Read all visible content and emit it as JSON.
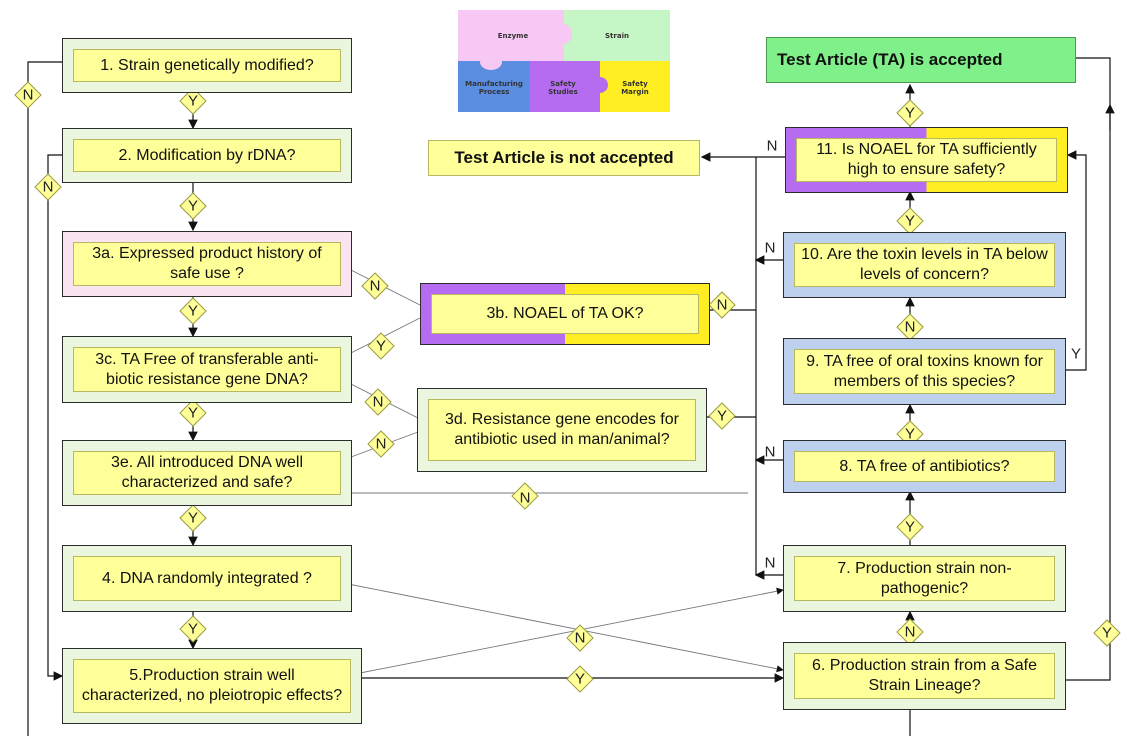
{
  "puzzle": {
    "enzyme": "Enzyme",
    "strain": "Strain",
    "manufacturing": "Manufacturing Process",
    "safety_studies": "Safety Studies",
    "safety_margin": "Safety Margin",
    "colors": {
      "enzyme": "#f7c8f3",
      "strain": "#c6f5c6",
      "manufacturing": "#5b8ee0",
      "safety_studies": "#b66cf0",
      "safety_margin": "#ffee22"
    }
  },
  "nodes": {
    "n1": "1.   Strain genetically modified?",
    "n2": "2.   Modification by rDNA?",
    "n3a": "3a. Expressed product history of safe use ?",
    "n3b": "3b.   NOAEL of TA OK?",
    "n3c": "3c. TA Free of transferable anti-biotic resistance gene DNA?",
    "n3d": "3d. Resistance gene encodes for antibiotic used in man/animal?",
    "n3e": "3e. All introduced DNA well characterized and safe?",
    "n4": "4. DNA randomly integrated ?",
    "n5": "5.Production strain well characterized, no pleiotropic effects?",
    "n6": "6. Production strain from a Safe Strain Lineage?",
    "n7": "7.   Production strain non-pathogenic?",
    "n8": "8.   TA free of antibiotics?",
    "n9": "9.   TA free of oral toxins known for members of this species?",
    "n10": "10. Are the toxin levels in TA below levels of concern?",
    "n11": "11. Is NOAEL for TA sufficiently high to ensure safety?",
    "not_accepted": "Test Article is not accepted",
    "accepted": "Test Article (TA) is accepted"
  },
  "labels": {
    "yes": "Y",
    "no": "N"
  },
  "colors": {
    "node_fill": "#ffff99",
    "green_frame": "#ebf6df",
    "pink_frame": "#fbe4f2",
    "blue_frame": "#bdd1ee",
    "accepted_fill": "#7ff08a",
    "diamond_fill": "#ffff99"
  }
}
